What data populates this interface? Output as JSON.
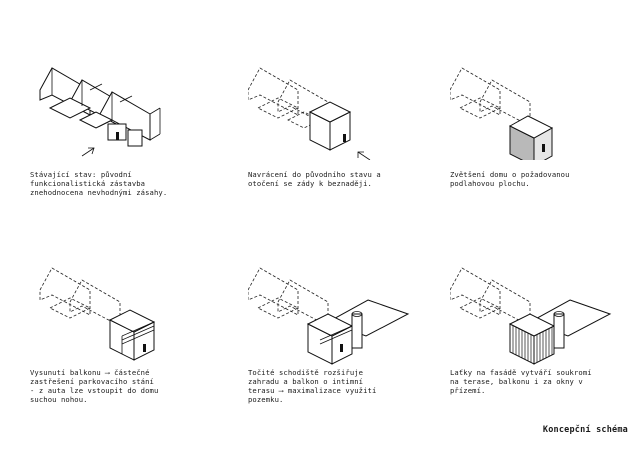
{
  "title": "Koncepční schéma",
  "panels": [
    {
      "caption": "Stávající stav: původní\nfunkcionalistická zástavba\nznehodnocena nevhodnými zásahy.",
      "fill": "#ffffff"
    },
    {
      "caption": "Navrácení do původního stavu a\notočení se zády k beznaději.",
      "fill": "#ffffff"
    },
    {
      "caption": "Zvětšení domu o požadovanou\npodlahovou plochu.",
      "fill": "#cfcfcf"
    },
    {
      "caption": "Vysunutí balkonu ⟶ částečné\nzastřešení parkovacího stání\n- z auta lze vstoupit do domu\nsuchou nohou.",
      "fill": "#ffffff"
    },
    {
      "caption": "Točité schodiště rozšiřuje\nzahradu a balkon o intimní\nterasu ⟶ maximalizace využití\npozemku.",
      "fill": "#ffffff"
    },
    {
      "caption": "Laťky na fasádě vytváří soukromí\nna terase, balkonu i za okny v\npřízemí.",
      "fill": "#ffffff"
    }
  ]
}
